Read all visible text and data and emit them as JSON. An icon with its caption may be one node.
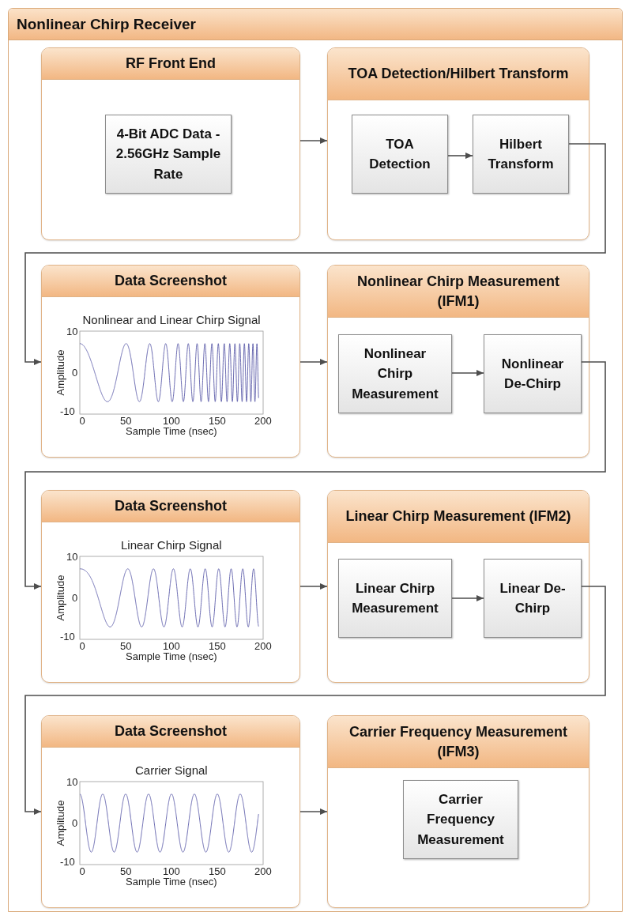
{
  "diagram": {
    "nodes": [
      {
        "text": [
          "Nonlinear Chirp Receiver"
        ]
      },
      {
        "text": [
          "RF Front End"
        ],
        "in": 0
      },
      {
        "text": [
          "4-Bit ADC Data - 2.56GHz Sample Rate"
        ],
        "in": 1
      },
      {
        "text": [
          "TOA Detection/Hilbert Transform"
        ],
        "in": 0
      },
      {
        "text": [
          "TOA Detection"
        ],
        "in": 3
      },
      {
        "text": [
          "Hilbert Transform"
        ],
        "in": 3
      },
      {
        "text": [
          "Data Screenshot"
        ],
        "in": 0
      },
      {
        "text": [
          "Nonlinear Chirp Measurement (IFM1)"
        ],
        "in": 0
      },
      {
        "text": [
          "Nonlinear Chirp Measurement"
        ],
        "in": 7
      },
      {
        "text": [
          "Nonlinear De-Chirp"
        ],
        "in": 7
      },
      {
        "text": [
          "Data Screenshot"
        ],
        "in": 0
      },
      {
        "text": [
          "Linear Chirp Measurement (IFM2)"
        ],
        "in": 0
      },
      {
        "text": [
          "Linear Chirp Measurement"
        ],
        "in": 11
      },
      {
        "text": [
          "Linear De-Chirp"
        ],
        "in": 11
      },
      {
        "text": [
          "Data Screenshot"
        ],
        "in": 0
      },
      {
        "text": [
          "Carrier Frequency Measurement (IFM3)"
        ],
        "in": 0
      },
      {
        "text": [
          "Carrier Frequency Measurement"
        ],
        "in": 15
      }
    ],
    "edges": [
      {
        "from": 1,
        "to": 3,
        "arrow": "to"
      },
      {
        "from": 4,
        "to": 5,
        "arrow": "to"
      },
      {
        "from": 5,
        "to": 6,
        "arrow": "to"
      },
      {
        "from": 6,
        "to": 7,
        "arrow": "to"
      },
      {
        "from": 8,
        "to": 9,
        "arrow": "to"
      },
      {
        "from": 9,
        "to": 10,
        "arrow": "to"
      },
      {
        "from": 10,
        "to": 11,
        "arrow": "to"
      },
      {
        "from": 12,
        "to": 13,
        "arrow": "to"
      },
      {
        "from": 13,
        "to": 14,
        "arrow": "to"
      },
      {
        "from": 14,
        "to": 15,
        "arrow": "to"
      }
    ],
    "labels": [
      "Nonlinear and Linear Chirp Signal",
      "10",
      "0",
      "-10",
      "Amplitude",
      "0",
      "50",
      "100",
      "150",
      "200",
      "Sample Time (nsec)",
      "Linear Chirp Signal",
      "10",
      "0",
      "-10",
      "Amplitude",
      "0",
      "50",
      "100",
      "150",
      "200",
      "Sample Time (nsec)",
      "Carrier Signal",
      "10",
      "0",
      "-10",
      "Amplitude",
      "0",
      "50",
      "100",
      "150",
      "200",
      "Sample Time (nsec)"
    ]
  }
}
